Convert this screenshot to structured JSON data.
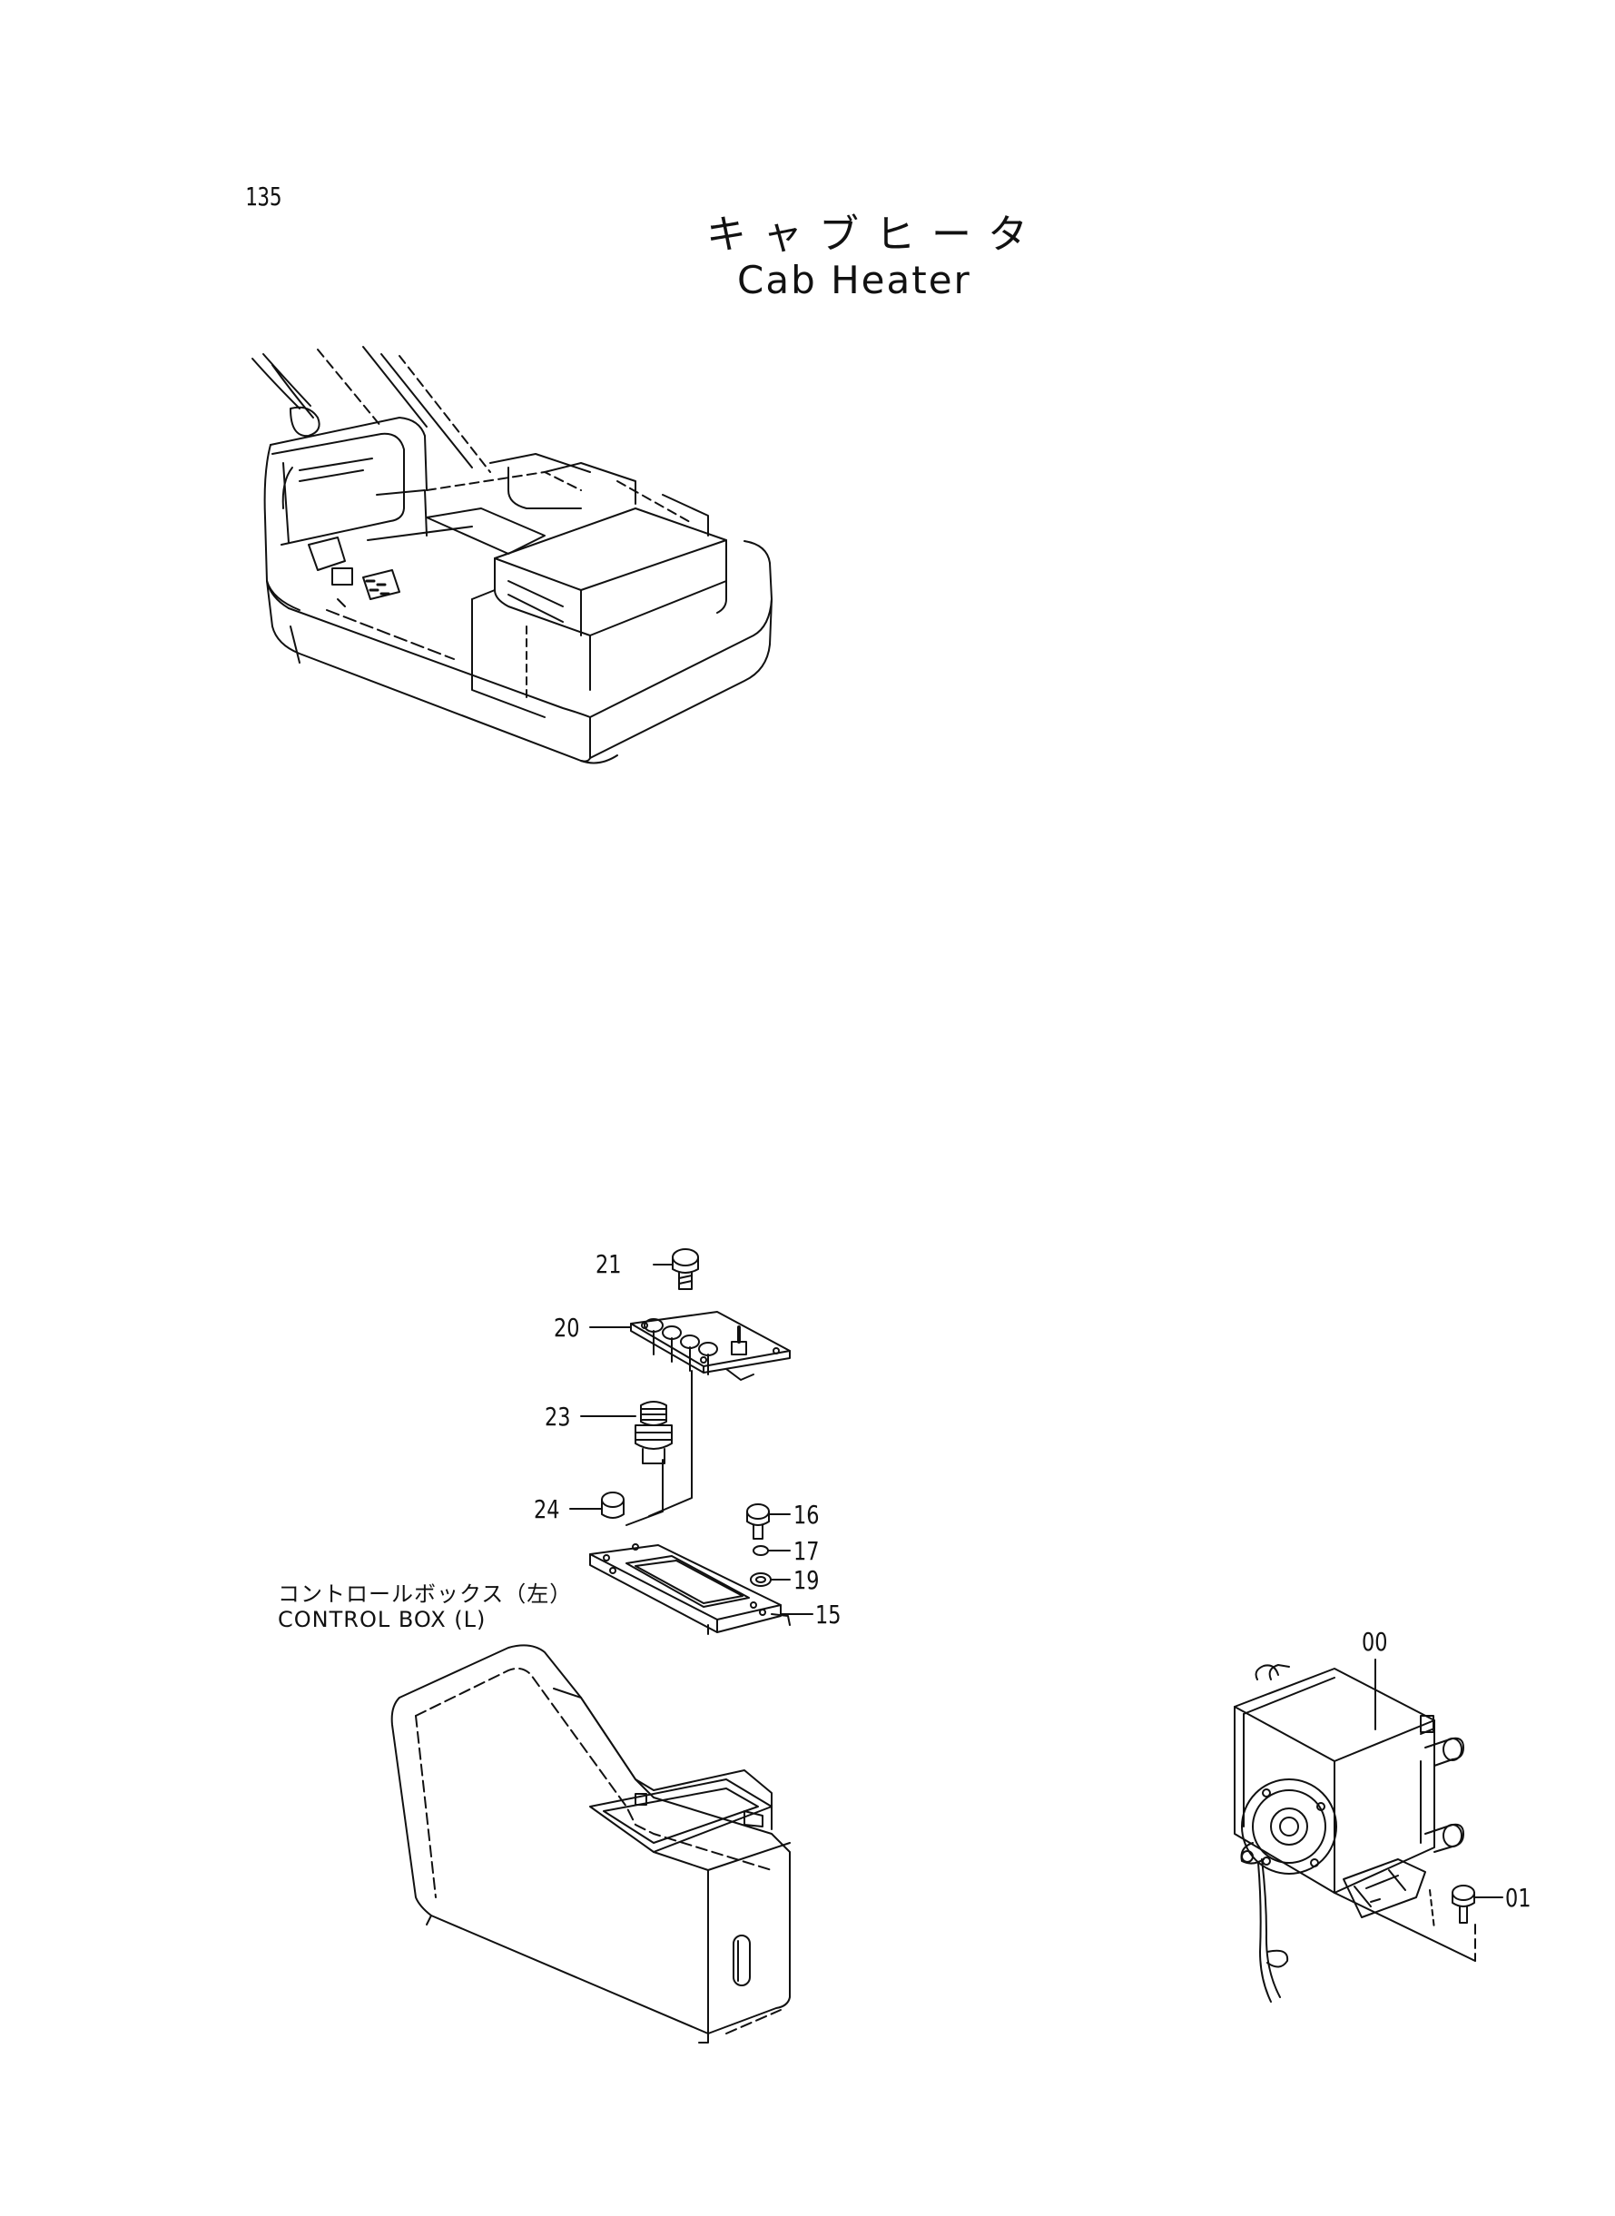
{
  "page": {
    "number": "135",
    "title_jp": "キャブヒータ",
    "title_en": "Cab Heater"
  },
  "callouts": {
    "c21": "21",
    "c20": "20",
    "c23": "23",
    "c24": "24",
    "c16": "16",
    "c17": "17",
    "c19": "19",
    "c15": "15",
    "c00": "00",
    "c01": "01"
  },
  "control_box_label": {
    "jp": "コントロールボックス（左）",
    "en": "CONTROL BOX (L)"
  }
}
